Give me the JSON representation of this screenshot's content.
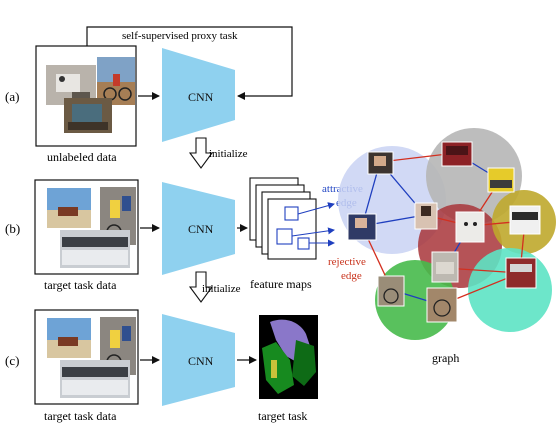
{
  "rows": {
    "a": {
      "label": "(a)",
      "caption": "unlabeled data",
      "net": "CNN"
    },
    "b": {
      "label": "(b)",
      "caption": "target task data",
      "net": "CNN"
    },
    "c": {
      "label": "(c)",
      "caption": "target task data",
      "net": "CNN"
    }
  },
  "arrows": {
    "proxy": "self-supervised proxy task",
    "init1": "initialize",
    "init2": "initialize"
  },
  "feature_maps": {
    "caption": "feature maps",
    "attractive": [
      "attractive",
      "edge"
    ],
    "rejective": [
      "rejective",
      "edge"
    ]
  },
  "target_caption": "target task",
  "graph": {
    "caption": "graph",
    "clusters": [
      {
        "name": "cluster-lavender",
        "color": "#c9d2f3"
      },
      {
        "name": "cluster-gray",
        "color": "#b6b6b6"
      },
      {
        "name": "cluster-red",
        "color": "#a8353a"
      },
      {
        "name": "cluster-olive",
        "color": "#bfa82c"
      },
      {
        "name": "cluster-green",
        "color": "#47ba4b"
      },
      {
        "name": "cluster-teal",
        "color": "#5de3c4"
      }
    ],
    "edge_colors": {
      "attractive": "#1f3fbf",
      "rejective": "#d32f1f"
    }
  },
  "colors": {
    "cnn": "#8fd1ef",
    "attractive_text": "#2347c4",
    "rejective_text": "#c8321b"
  }
}
